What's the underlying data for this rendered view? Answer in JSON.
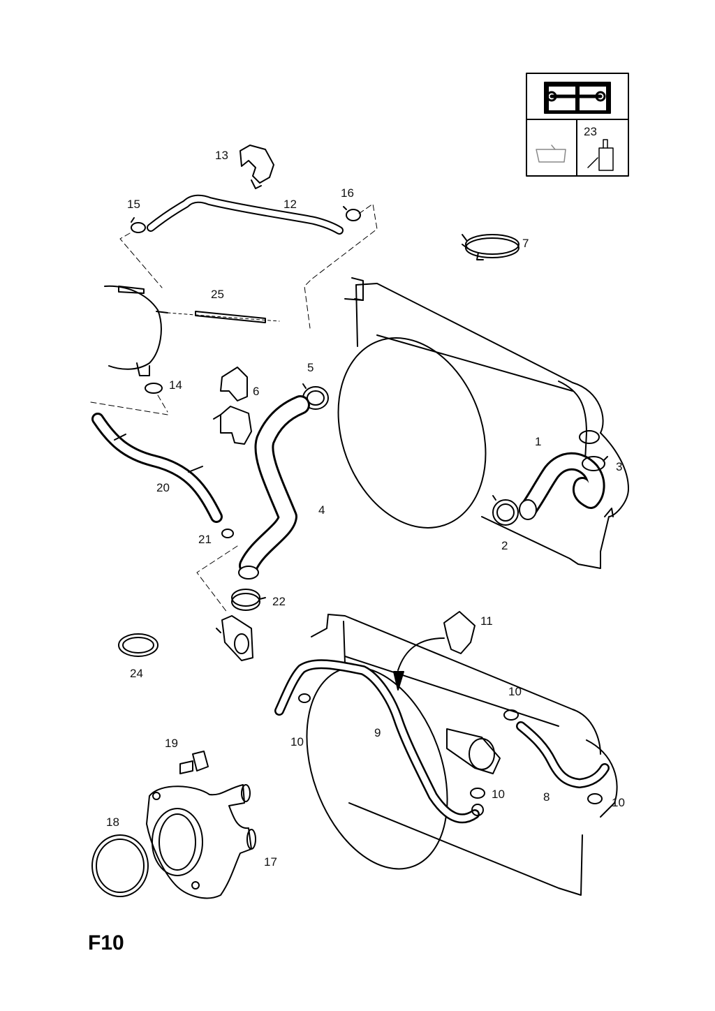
{
  "diagram": {
    "page_code": "F10",
    "legend_box": {
      "label": "23"
    },
    "callouts": {
      "p1": "1",
      "p2": "2",
      "p3": "3",
      "p4": "4",
      "p5": "5",
      "p6": "6",
      "p7": "7",
      "p8": "8",
      "p9": "9",
      "p10a": "10",
      "p10b": "10",
      "p10c": "10",
      "p10d": "10",
      "p11": "11",
      "p12": "12",
      "p13": "13",
      "p14": "14",
      "p15": "15",
      "p16": "16",
      "p17": "17",
      "p18": "18",
      "p19": "19",
      "p20": "20",
      "p21": "21",
      "p22": "22",
      "p24": "24",
      "p25": "25"
    }
  }
}
